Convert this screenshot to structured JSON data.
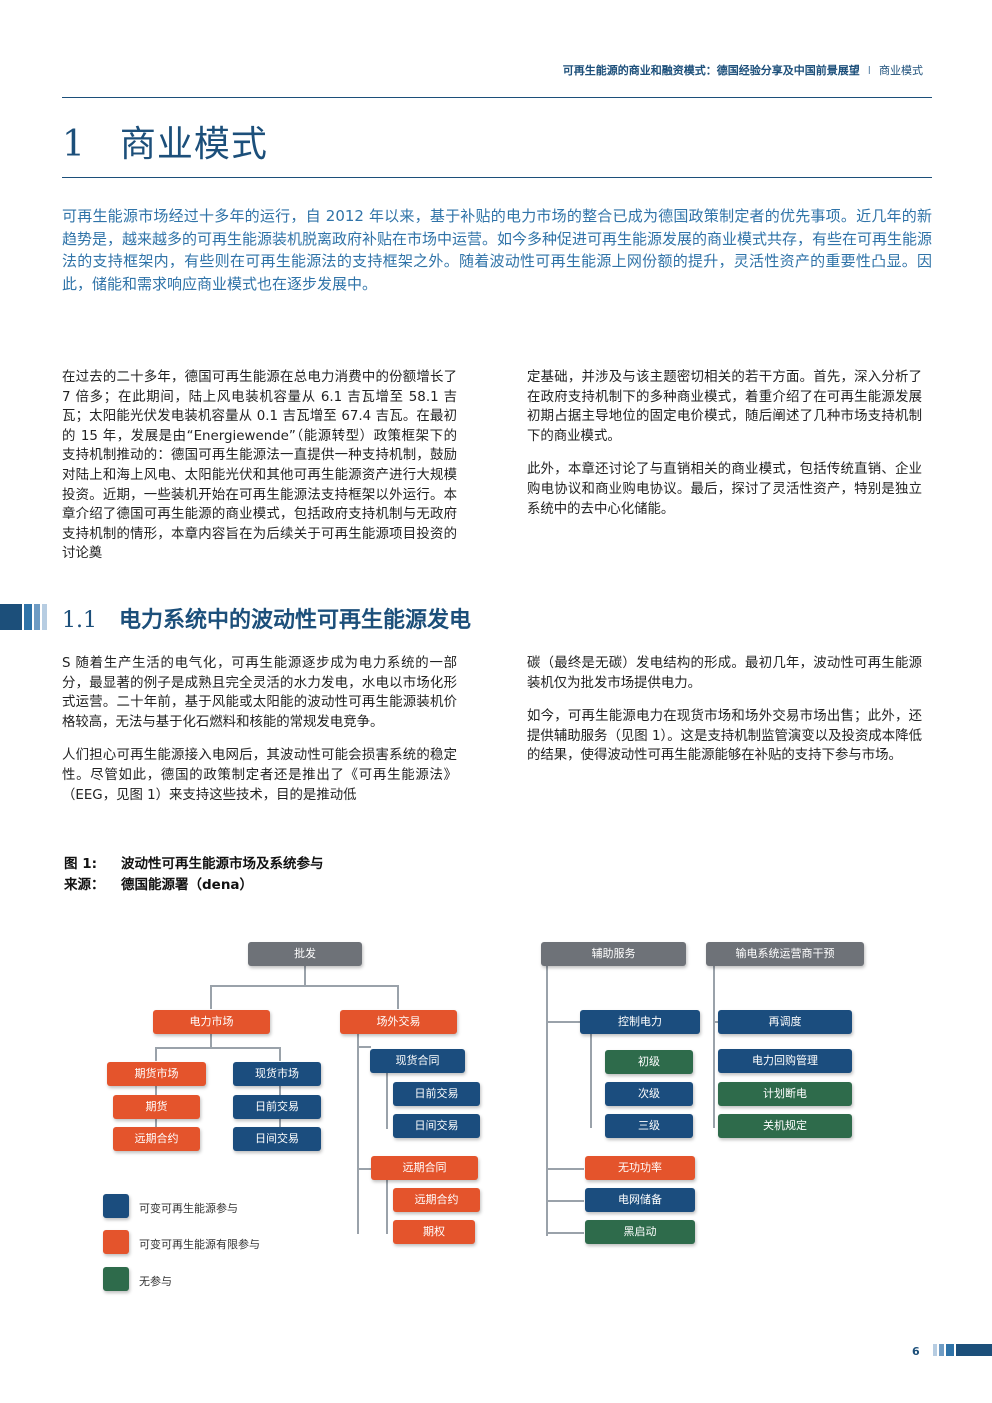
{
  "header": {
    "running_title": "可再生能源的商业和融资模式：德国经验分享及中国前景展望",
    "separator": "I",
    "running_section": "商业模式"
  },
  "chapter": {
    "number": "1",
    "title": "商业模式"
  },
  "intro": "可再生能源市场经过十多年的运行，自 2012 年以来，基于补贴的电力市场的整合已成为德国政策制定者的优先事项。近几年的新趋势是，越来越多的可再生能源装机脱离政府补贴在市场中运营。如今多种促进可再生能源发展的商业模式共存，有些在可再生能源法的支持框架内，有些则在可再生能源法的支持框架之外。随着波动性可再生能源上网份额的提升，灵活性资产的重要性凸显。因此，储能和需求响应商业模式也在逐步发展中。",
  "body1": {
    "left": [
      "在过去的二十多年，德国可再生能源在总电力消费中的份额增长了 7 倍多；在此期间，陆上风电装机容量从 6.1 吉瓦增至 58.1 吉瓦；太阳能光伏发电装机容量从 0.1 吉瓦增至 67.4 吉瓦。在最初的 15 年，发展是由“Energiewende”（能源转型）政策框架下的支持机制推动的：德国可再生能源法一直提供一种支持机制，鼓励对陆上和海上风电、太阳能光伏和其他可再生能源资产进行大规模投资。近期，一些装机开始在可再生能源法支持框架以外运行。本章介绍了德国可再生能源的商业模式，包括政府支持机制与无政府支持机制的情形，本章内容旨在为后续关于可再生能源项目投资的讨论奠"
    ],
    "right": [
      "定基础，并涉及与该主题密切相关的若干方面。首先，深入分析了在政府支持机制下的多种商业模式，着重介绍了在可再生能源发展初期占据主导地位的固定电价模式，随后阐述了几种市场支持机制下的商业模式。",
      "此外，本章还讨论了与直销相关的商业模式，包括传统直销、企业购电协议和商业购电协议。最后，探讨了灵活性资产，特别是独立系统中的去中心化储能。"
    ]
  },
  "section": {
    "number": "1.1",
    "title": "电力系统中的波动性可再生能源发电"
  },
  "body2": {
    "left": [
      "S 随着生产生活的电气化，可再生能源逐步成为电力系统的一部分，最显著的例子是成熟且完全灵活的水力发电，水电以市场化形式运营。二十年前，基于风能或太阳能的波动性可再生能源装机价格较高，无法与基于化石燃料和核能的常规发电竞争。",
      "人们担心可再生能源接入电网后，其波动性可能会损害系统的稳定性。尽管如此，德国的政策制定者还是推出了《可再生能源法》（EEG，见图 1）来支持这些技术，目的是推动低"
    ],
    "right": [
      "碳（最终是无碳）发电结构的形成。最初几年，波动性可再生能源装机仅为批发市场提供电力。",
      "如今，可再生能源电力在现货市场和场外交易市场出售；此外，还提供辅助服务（见图 1）。这是支持机制监管演变以及投资成本降低的结果，使得波动性可再生能源能够在补贴的支持下参与市场。"
    ]
  },
  "figure": {
    "caption_label": "图 1:",
    "caption": "波动性可再生能源市场及系统参与",
    "source_label": "来源：",
    "source": "德国能源署（dena）",
    "nodes": {
      "wholesale": "批发",
      "power_market": "电力市场",
      "otc": "场外交易",
      "futures_market": "期货市场",
      "futures": "期货",
      "forward": "远期合约",
      "spot_market": "现货市场",
      "day_ahead": "日前交易",
      "intraday": "日间交易",
      "spot_contract": "现货合同",
      "otc_day_ahead": "日前交易",
      "otc_intraday": "日间交易",
      "forward_contract": "远期合同",
      "otc_forward": "远期合约",
      "options": "期权",
      "ancillary": "辅助服务",
      "tso": "输电系统运营商干预",
      "control_power": "控制电力",
      "primary": "初级",
      "secondary": "次级",
      "tertiary": "三级",
      "reactive": "无功功率",
      "reserve": "电网储备",
      "black_start": "黑启动",
      "redispatch": "再调度",
      "buyback": "电力回购管理",
      "planned_outage": "计划断电",
      "shutdown": "关机规定"
    },
    "legend": [
      {
        "label": "可变可再生能源参与",
        "color": "#1b4d7e"
      },
      {
        "label": "可变可再生能源有限参与",
        "color": "#e4542c"
      },
      {
        "label": "无参与",
        "color": "#2e6b4b"
      }
    ]
  },
  "page_number": "6"
}
